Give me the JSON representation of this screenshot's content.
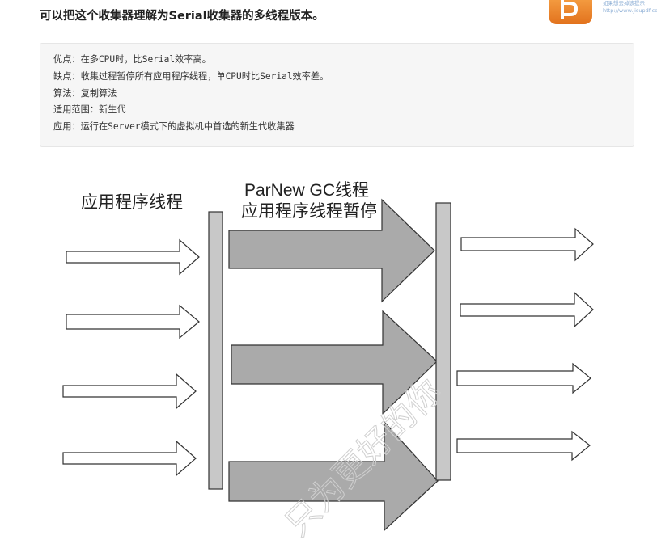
{
  "article": {
    "intro": "可以把这个收集器理解为Serial收集器的多线程版本。"
  },
  "watermark_corner": {
    "logo_icon": "logo-icon",
    "line1": "如果想去掉该提示",
    "line2": "http://www.jisupdf.com"
  },
  "code_block": {
    "lines": [
      "优点：在多CPU时，比Serial效率高。",
      "缺点：收集过程暂停所有应用程序线程，单CPU时比Serial效率差。",
      "算法：复制算法",
      "适用范围：新生代",
      "应用：运行在Server模式下的虚拟机中首选的新生代收集器"
    ]
  },
  "diagram": {
    "label_app_threads": "应用程序线程",
    "label_parnew_line1": "ParNew GC线程",
    "label_parnew_line2": "应用程序线程暂停",
    "watermark": "只为更好的你",
    "colors": {
      "bar_fill": "#c8c8c8",
      "gc_arrow_fill": "#aaaaaa",
      "outline": "#333333",
      "white_arrow_fill": "#ffffff"
    }
  }
}
